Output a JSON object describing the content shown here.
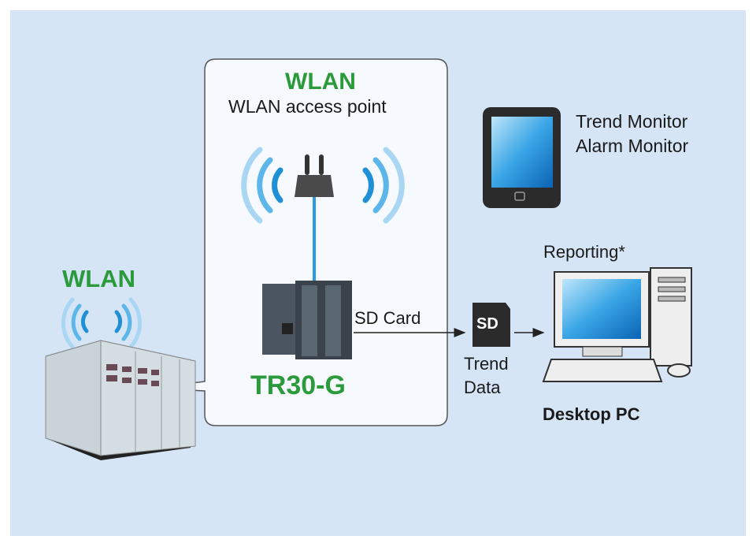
{
  "access_point_box": {
    "title": "WLAN",
    "subtitle": "WLAN access point"
  },
  "cabinet": {
    "label": "WLAN"
  },
  "recorder": {
    "label": "TR30-G"
  },
  "sd_card": {
    "arrow_label": "SD Card",
    "icon_text": "SD",
    "caption_line1": "Trend",
    "caption_line2": "Data"
  },
  "tablet": {
    "line1": "Trend Monitor",
    "line2": "Alarm Monitor"
  },
  "desktop": {
    "top_label": "Reporting*",
    "label": "Desktop PC"
  },
  "colors": {
    "background": "#d5e5f6",
    "panel": "#f6f9fd",
    "accent_green": "#2a9a3a",
    "wave_blue": "#3aa0dc"
  }
}
